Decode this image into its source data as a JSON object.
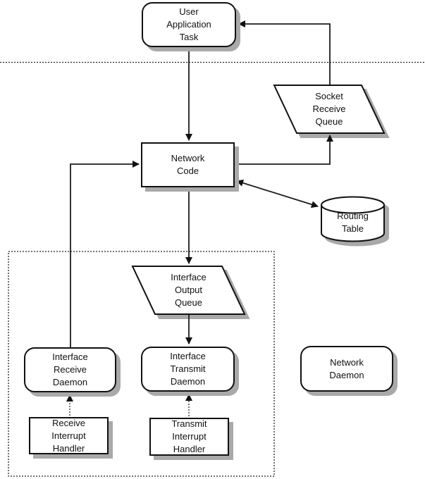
{
  "diagram": {
    "kind": "network-stack-flow-diagram",
    "colors": {
      "background": "#ffffff",
      "node_fill": "#ffffff",
      "line": "#111111",
      "shadow": "#a9a9a9"
    },
    "nodes": {
      "user_application_task": {
        "shape": "rounded-rect",
        "lines": [
          "User",
          "Application",
          "Task"
        ]
      },
      "socket_receive_queue": {
        "shape": "parallelogram",
        "lines": [
          "Socket",
          "Receive",
          "Queue"
        ]
      },
      "network_code": {
        "shape": "rect",
        "lines": [
          "Network",
          "Code"
        ]
      },
      "routing_table": {
        "shape": "cylinder",
        "lines": [
          "Routing",
          "Table"
        ]
      },
      "interface_output_queue": {
        "shape": "parallelogram",
        "lines": [
          "Interface",
          "Output",
          "Queue"
        ]
      },
      "interface_receive_daemon": {
        "shape": "rounded-rect",
        "lines": [
          "Interface",
          "Receive",
          "Daemon"
        ]
      },
      "interface_transmit_daemon": {
        "shape": "rounded-rect",
        "lines": [
          "Interface",
          "Transmit",
          "Daemon"
        ]
      },
      "network_daemon": {
        "shape": "rounded-rect",
        "lines": [
          "Network",
          "Daemon"
        ]
      },
      "receive_interrupt_handler": {
        "shape": "rect",
        "lines": [
          "Receive",
          "Interrupt",
          "Handler"
        ]
      },
      "transmit_interrupt_handler": {
        "shape": "rect",
        "lines": [
          "Transmit",
          "Interrupt",
          "Handler"
        ]
      }
    },
    "connectors": [
      {
        "from": "user_application_task",
        "to": "network_code",
        "style": "solid",
        "arrows": "end"
      },
      {
        "from": "network_code",
        "to": "socket_receive_queue",
        "style": "solid",
        "arrows": "end"
      },
      {
        "from": "socket_receive_queue",
        "to": "user_application_task",
        "style": "solid",
        "arrows": "end"
      },
      {
        "from": "network_code",
        "to": "routing_table",
        "style": "solid",
        "arrows": "both"
      },
      {
        "from": "network_code",
        "to": "interface_output_queue",
        "style": "solid",
        "arrows": "end"
      },
      {
        "from": "interface_output_queue",
        "to": "interface_transmit_daemon",
        "style": "solid",
        "arrows": "end"
      },
      {
        "from": "interface_receive_daemon",
        "to": "network_code",
        "style": "solid",
        "arrows": "end"
      },
      {
        "from": "receive_interrupt_handler",
        "to": "interface_receive_daemon",
        "style": "dotted",
        "arrows": "end"
      },
      {
        "from": "transmit_interrupt_handler",
        "to": "interface_transmit_daemon",
        "style": "dotted",
        "arrows": "end"
      }
    ],
    "regions": [
      {
        "name": "user-kernel-separator",
        "style": "dotted-line"
      },
      {
        "name": "interface-layer-boundary",
        "style": "dotted-rect"
      }
    ]
  }
}
